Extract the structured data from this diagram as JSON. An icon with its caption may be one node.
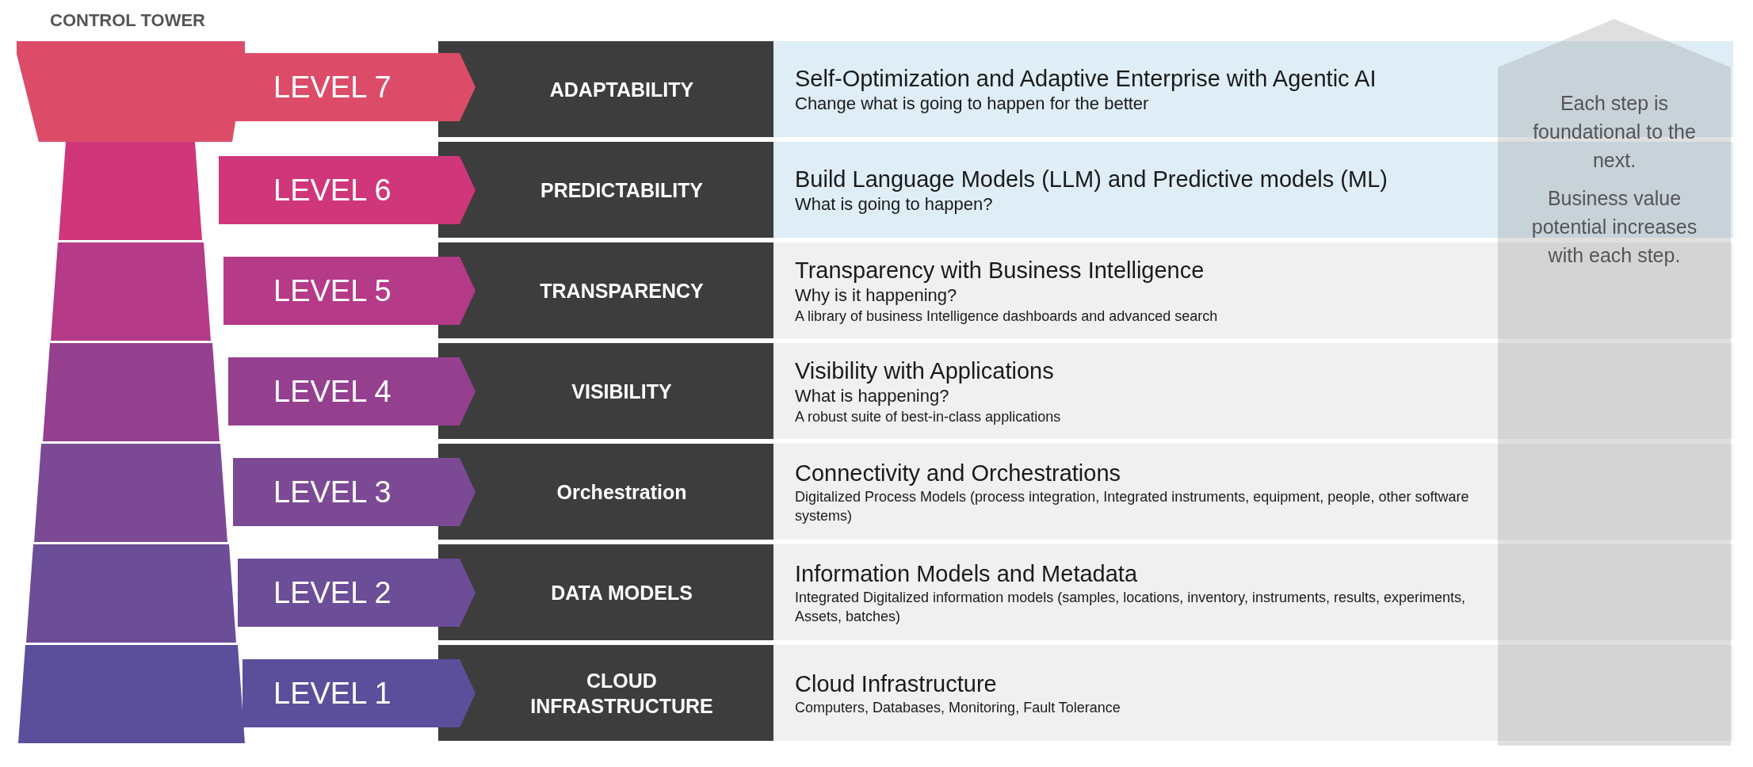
{
  "diagram": {
    "nodes": [
      {
        "text": [
          "CONTROL TOWER"
        ]
      },
      {
        "text": [
          "LEVEL 7"
        ]
      },
      {
        "text": [
          "ADAPTABILITY"
        ]
      },
      {
        "text": [
          "Self-Optimization and Adaptive Enterprise with Agentic AI",
          "Change what is going to happen for the better"
        ]
      },
      {
        "text": [],
        "shape": "box"
      },
      {
        "text": [
          "LEVEL 6"
        ]
      },
      {
        "text": [
          "PREDICTABILITY"
        ]
      },
      {
        "text": [
          "Build Language Models (LLM) and Predictive models (ML)",
          "What is going to happen?"
        ]
      },
      {
        "text": [],
        "shape": "box"
      },
      {
        "text": [
          "LEVEL 5"
        ]
      },
      {
        "text": [
          "TRANSPARENCY"
        ]
      },
      {
        "text": [
          "Transparency with Business Intelligence",
          "Why is it happening?",
          "A library of business Intelligence dashboards and advanced search"
        ]
      },
      {
        "text": [],
        "shape": "box"
      },
      {
        "text": [
          "LEVEL 4"
        ]
      },
      {
        "text": [
          "VISIBILITY"
        ]
      },
      {
        "text": [
          "Visibility with Applications",
          "What is happening?",
          "A robust suite of best-in-class applications"
        ]
      },
      {
        "text": [],
        "shape": "box"
      },
      {
        "text": [
          "LEVEL 3"
        ]
      },
      {
        "text": [
          "Orchestration"
        ]
      },
      {
        "text": [
          "Connectivity and Orchestrations",
          "Digitalized Process Models (process integration, Integrated instruments, equipment, people, other software systems)"
        ]
      },
      {
        "text": [],
        "shape": "box"
      },
      {
        "text": [
          "LEVEL 2"
        ]
      },
      {
        "text": [
          "DATA MODELS"
        ]
      },
      {
        "text": [
          "Information Models and Metadata",
          "Integrated Digitalized information models (samples, locations, inventory, instruments, results, experiments, Assets, batches)"
        ]
      },
      {
        "text": [],
        "shape": "box"
      },
      {
        "text": [
          "LEVEL 1"
        ]
      },
      {
        "text": [
          "CLOUD INFRASTRUCTURE"
        ]
      },
      {
        "text": [
          "Cloud Infrastructure",
          "Computers, Databases, Monitoring, Fault Tolerance"
        ]
      },
      {
        "text": [
          "Each step is foundational to the next.",
          "Business value potential increases with each step."
        ]
      }
    ]
  }
}
